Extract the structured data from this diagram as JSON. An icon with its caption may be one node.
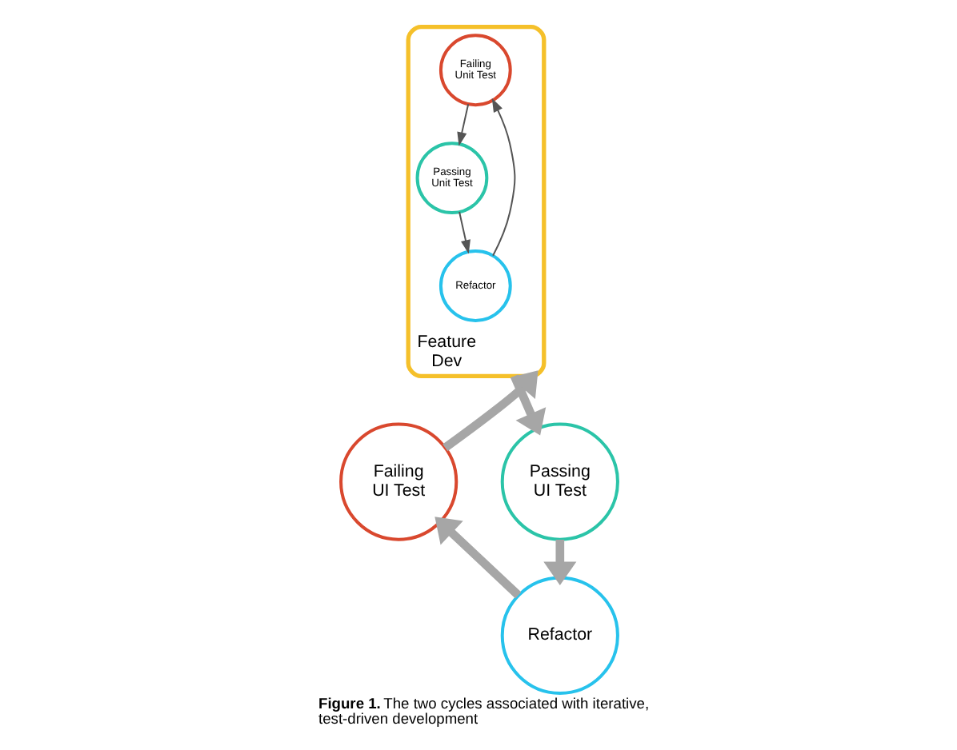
{
  "diagram": {
    "caption": "**Figure 1.** The two cycles associated with iterative, test-driven development",
    "nodes": [
      {
        "text": [
          "Feature Dev"
        ]
      },
      {
        "text": [
          "Failing Unit Test"
        ],
        "in": 0
      },
      {
        "text": [
          "Passing Unit Test"
        ],
        "in": 0
      },
      {
        "text": [
          "Refactor"
        ],
        "in": 0
      },
      {
        "text": [
          "Passing UI Test"
        ]
      },
      {
        "text": [
          "Refactor"
        ]
      },
      {
        "text": [
          "Failing UI Test"
        ]
      }
    ],
    "edges": [
      {
        "from": 1,
        "to": 2,
        "arrow": "to",
        "color": "#555555"
      },
      {
        "from": 2,
        "to": 3,
        "arrow": "to",
        "color": "#555555"
      },
      {
        "from": 3,
        "to": 1,
        "arrow": "to",
        "color": "#555555"
      },
      {
        "from": 0,
        "to": 4,
        "arrow": "to"
      },
      {
        "from": 4,
        "to": 5,
        "arrow": "to"
      },
      {
        "from": 5,
        "to": 6,
        "arrow": "to"
      },
      {
        "from": 6,
        "to": 0,
        "arrow": "to"
      }
    ]
  }
}
